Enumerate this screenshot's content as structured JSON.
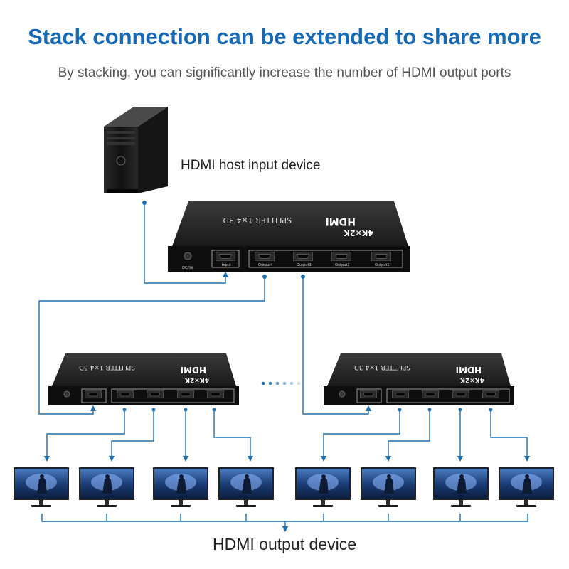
{
  "heading": {
    "title": "Stack connection can be extended to share more",
    "subtitle": "By stacking, you can significantly increase the number of HDMI output ports"
  },
  "labels": {
    "host_input": "HDMI host input device",
    "output_device": "HDMI output device"
  },
  "splitter": {
    "brand": "HDMI",
    "resolution": "4K×2K",
    "model": "SPLITTER 1×4 3D",
    "power_label": "DC/5V",
    "input_port": "Input",
    "output_ports": [
      "Output4",
      "Output3",
      "Output2",
      "Output1"
    ]
  },
  "colors": {
    "accent": "#1769b3",
    "connector": "#1f6fae",
    "device_body": "#1c1c1c",
    "panel": "#0e0e0e"
  }
}
